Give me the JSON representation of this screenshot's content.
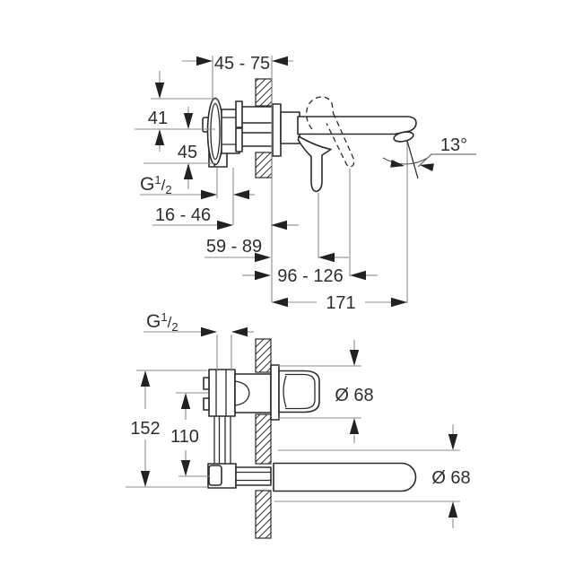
{
  "top_view": {
    "labels": {
      "depth_range": "45 - 75",
      "height_upper": "41",
      "height_lower": "45",
      "thread_g": "G",
      "thread_num": "1",
      "thread_slash": "/",
      "thread_den": "2",
      "range_1": "16 - 46",
      "range_2": "59 - 89",
      "range_3": "96 - 126",
      "spout_reach": "171",
      "spout_angle": "13°"
    }
  },
  "bottom_view": {
    "labels": {
      "thread_g": "G",
      "thread_num": "1",
      "thread_slash": "/",
      "thread_den": "2",
      "total_height": "152",
      "axis_distance": "110",
      "escutcheon_diameter": "Ø 68",
      "spout_escutcheon_diameter": "Ø 68"
    }
  },
  "colors": {
    "part_line": "#2b2b2b",
    "dimension_line": "#8c8c8c",
    "arrow": "#222222",
    "text": "#2e2e2e",
    "background": "#ffffff"
  }
}
